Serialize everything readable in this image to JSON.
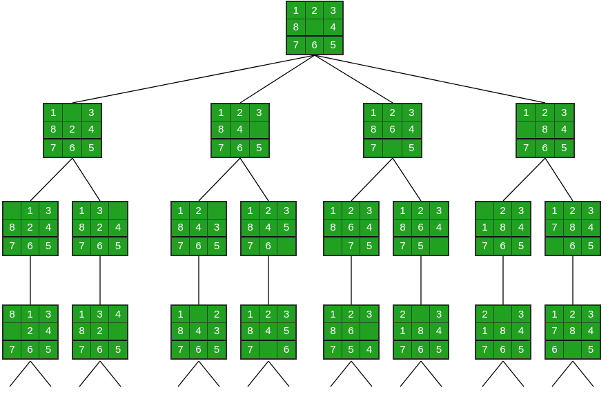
{
  "colors": {
    "tile": "#22a022",
    "edge": "#000000"
  },
  "tree": {
    "root": {
      "grid": [
        [
          "1",
          "2",
          "3"
        ],
        [
          "8",
          "",
          "4"
        ],
        [
          "7",
          "6",
          "5"
        ]
      ]
    },
    "level1": [
      {
        "grid": [
          [
            "1",
            "",
            "3"
          ],
          [
            "8",
            "2",
            "4"
          ],
          [
            "7",
            "6",
            "5"
          ]
        ]
      },
      {
        "grid": [
          [
            "1",
            "2",
            "3"
          ],
          [
            "8",
            "4",
            ""
          ],
          [
            "7",
            "6",
            "5"
          ]
        ]
      },
      {
        "grid": [
          [
            "1",
            "2",
            "3"
          ],
          [
            "8",
            "6",
            "4"
          ],
          [
            "7",
            "",
            "5"
          ]
        ]
      },
      {
        "grid": [
          [
            "1",
            "2",
            "3"
          ],
          [
            "",
            "8",
            "4"
          ],
          [
            "7",
            "6",
            "5"
          ]
        ]
      }
    ],
    "level2": [
      {
        "grid": [
          [
            "",
            "1",
            "3"
          ],
          [
            "8",
            "2",
            "4"
          ],
          [
            "7",
            "6",
            "5"
          ]
        ]
      },
      {
        "grid": [
          [
            "1",
            "3",
            ""
          ],
          [
            "8",
            "2",
            "4"
          ],
          [
            "7",
            "6",
            "5"
          ]
        ]
      },
      {
        "grid": [
          [
            "1",
            "2",
            ""
          ],
          [
            "8",
            "4",
            "3"
          ],
          [
            "7",
            "6",
            "5"
          ]
        ]
      },
      {
        "grid": [
          [
            "1",
            "2",
            "3"
          ],
          [
            "8",
            "4",
            "5"
          ],
          [
            "7",
            "6",
            ""
          ]
        ]
      },
      {
        "grid": [
          [
            "1",
            "2",
            "3"
          ],
          [
            "8",
            "6",
            "4"
          ],
          [
            "",
            "7",
            "5"
          ]
        ]
      },
      {
        "grid": [
          [
            "1",
            "2",
            "3"
          ],
          [
            "8",
            "6",
            "4"
          ],
          [
            "7",
            "5",
            ""
          ]
        ]
      },
      {
        "grid": [
          [
            "",
            "2",
            "3"
          ],
          [
            "1",
            "8",
            "4"
          ],
          [
            "7",
            "6",
            "5"
          ]
        ]
      },
      {
        "grid": [
          [
            "1",
            "2",
            "3"
          ],
          [
            "7",
            "8",
            "4"
          ],
          [
            "",
            "6",
            "5"
          ]
        ]
      }
    ],
    "level3": [
      {
        "grid": [
          [
            "8",
            "1",
            "3"
          ],
          [
            "",
            "2",
            "4"
          ],
          [
            "7",
            "6",
            "5"
          ]
        ]
      },
      {
        "grid": [
          [
            "1",
            "3",
            "4"
          ],
          [
            "8",
            "2",
            ""
          ],
          [
            "7",
            "6",
            "5"
          ]
        ]
      },
      {
        "grid": [
          [
            "1",
            "",
            "2"
          ],
          [
            "8",
            "4",
            "3"
          ],
          [
            "7",
            "6",
            "5"
          ]
        ]
      },
      {
        "grid": [
          [
            "1",
            "2",
            "3"
          ],
          [
            "8",
            "4",
            "5"
          ],
          [
            "7",
            "",
            "6"
          ]
        ]
      },
      {
        "grid": [
          [
            "1",
            "2",
            "3"
          ],
          [
            "8",
            "6",
            ""
          ],
          [
            "7",
            "5",
            "4"
          ]
        ]
      },
      {
        "grid": [
          [
            "2",
            "",
            "3"
          ],
          [
            "1",
            "8",
            "4"
          ],
          [
            "7",
            "6",
            "5"
          ]
        ]
      },
      {
        "grid": [
          [
            "2",
            "",
            "3"
          ],
          [
            "1",
            "8",
            "4"
          ],
          [
            "7",
            "6",
            "5"
          ]
        ]
      },
      {
        "grid": [
          [
            "1",
            "2",
            "3"
          ],
          [
            "7",
            "8",
            "4"
          ],
          [
            "6",
            "",
            "5"
          ]
        ]
      }
    ]
  }
}
